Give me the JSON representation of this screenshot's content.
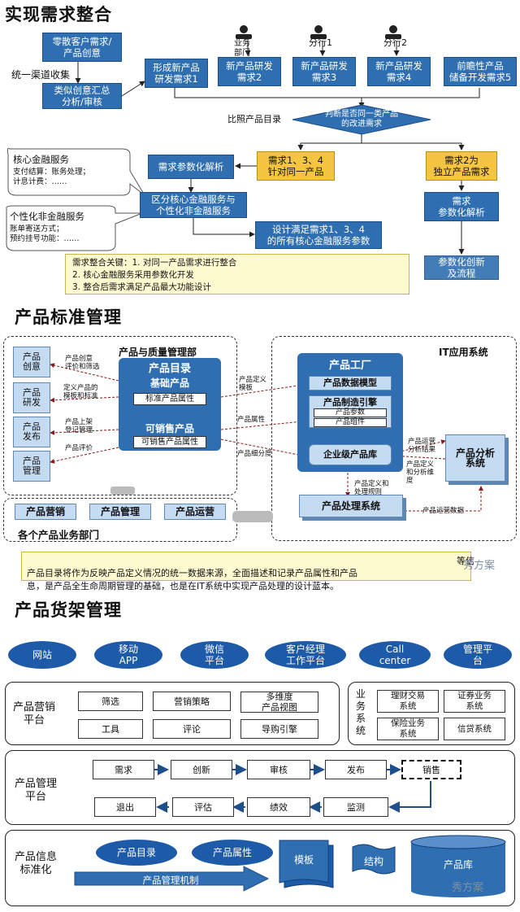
{
  "section1": {
    "title": "实现需求整合",
    "boxes": {
      "retail": "零散客户需求/\n产品创意",
      "similar": "类似创意汇总\n分析/审核",
      "req1": "形成新产品\n研发需求1",
      "req2": "新产品研发\n需求2",
      "req3": "新产品研发\n需求3",
      "req4": "新产品研发\n需求4",
      "req5": "前瞻性产品\n储备开发需求5",
      "judge": "判断是否同一类产品\n的改进需求",
      "same": "需求1、3、4\n针对同一产品",
      "indep": "需求2为\n独立产品需求",
      "param": "需求参数化解析",
      "param2": "需求\n参数化解析",
      "distinguish": "区分核心金融服务与\n个性化非金融服务",
      "design": "设计满足需求1、3、4\n的所有核心金融服务参数",
      "innovate": "参数化创新\n及流程"
    },
    "labels": {
      "unified": "统一渠道收集",
      "biz_dept": "业务\n部门",
      "branch1": "分行1",
      "branch2": "分行2",
      "compare": "比照产品目录"
    },
    "callouts": {
      "core": "核心金融服务",
      "core_sub": "支付结算：账务处理；\n计息计费：……",
      "personal": "个性化非金融服务",
      "personal_sub": "账单寄送方式；\n预约挂号功能：……"
    },
    "note": "需求整合关键：1. 对同一产品需求进行整合\n2. 核心金融服务采用参数化开发\n3. 整合后需求满足产品最大功能设计"
  },
  "section2": {
    "title": "产品标准管理",
    "left_tabs": [
      "产品\n创意",
      "产品\n研发",
      "产品\n发布",
      "产品\n管理"
    ],
    "left_labels": [
      "产品创意\n评价和筛选",
      "定义产品的\n模板和标准",
      "产品上架\n登记管理",
      "产品评价"
    ],
    "dept": "产品与质量管理部",
    "catalog": "产品目录",
    "basic": "基础产品",
    "basic_attr": "标准产品属性",
    "sellable": "可销售产品",
    "sellable_attr": "可销售产品属性",
    "it_title": "IT应用系统",
    "factory": "产品工厂",
    "data_model": "产品数据模型",
    "engine": "产品制造引擎",
    "params": "产品参数",
    "parts": "产品组件",
    "enterprise": "企业级产品库",
    "analysis": "产品分析\n系统",
    "processing": "产品处理系统",
    "mid_labels": [
      "产品定义\n模板",
      "产品属性",
      "产品细分度"
    ],
    "right_labels": [
      "产品运营\n分析结果",
      "产品定义\n和分析维\n度",
      "产品定义和\n处理规则",
      "产品运营数据"
    ],
    "dept_boxes": [
      "产品营销",
      "产品管理",
      "产品运营"
    ],
    "dept_title": "各个产品业务部门",
    "note": "产品目录将作为反映产品定义情况的统一数据来源，全面描述和记录产品属性和产品\n息，是产品全生命周期管理的基础，也是在IT系统中实现产品处理的设计蓝本。",
    "note_tail1": "等信",
    "watermark": "秀方案"
  },
  "section3": {
    "title": "产品货架管理",
    "channels": [
      "网站",
      "移动\nAPP",
      "微信\n平台",
      "客户经理\n工作平台",
      "Call\ncenter",
      "管理平\n台"
    ],
    "mkt_label": "产品营销\n平台",
    "mkt_items": [
      "筛选",
      "营销策略",
      "多维度\n产品视图",
      "工具",
      "评论",
      "导购引擎"
    ],
    "biz_label": "业\n务\n系\n统",
    "biz_items": [
      "理财交易\n系统",
      "证券业务\n系统",
      "保险业务\n系统",
      "信贷系统"
    ],
    "mgmt_label": "产品管理\n平台",
    "flow_top": [
      "需求",
      "创新",
      "审核",
      "发布",
      "销售"
    ],
    "flow_bottom": [
      "退出",
      "评估",
      "绩效",
      "监测"
    ],
    "info_label": "产品信息\n标准化",
    "info_items": [
      "产品目录",
      "产品属性",
      "模板",
      "结构",
      "产品库"
    ],
    "mechanism": "产品管理机制",
    "watermark": "秀方案"
  },
  "colors": {
    "blue": "#2f6fb1",
    "yellow": "#f5c542",
    "pill": "#1d5aa8"
  }
}
